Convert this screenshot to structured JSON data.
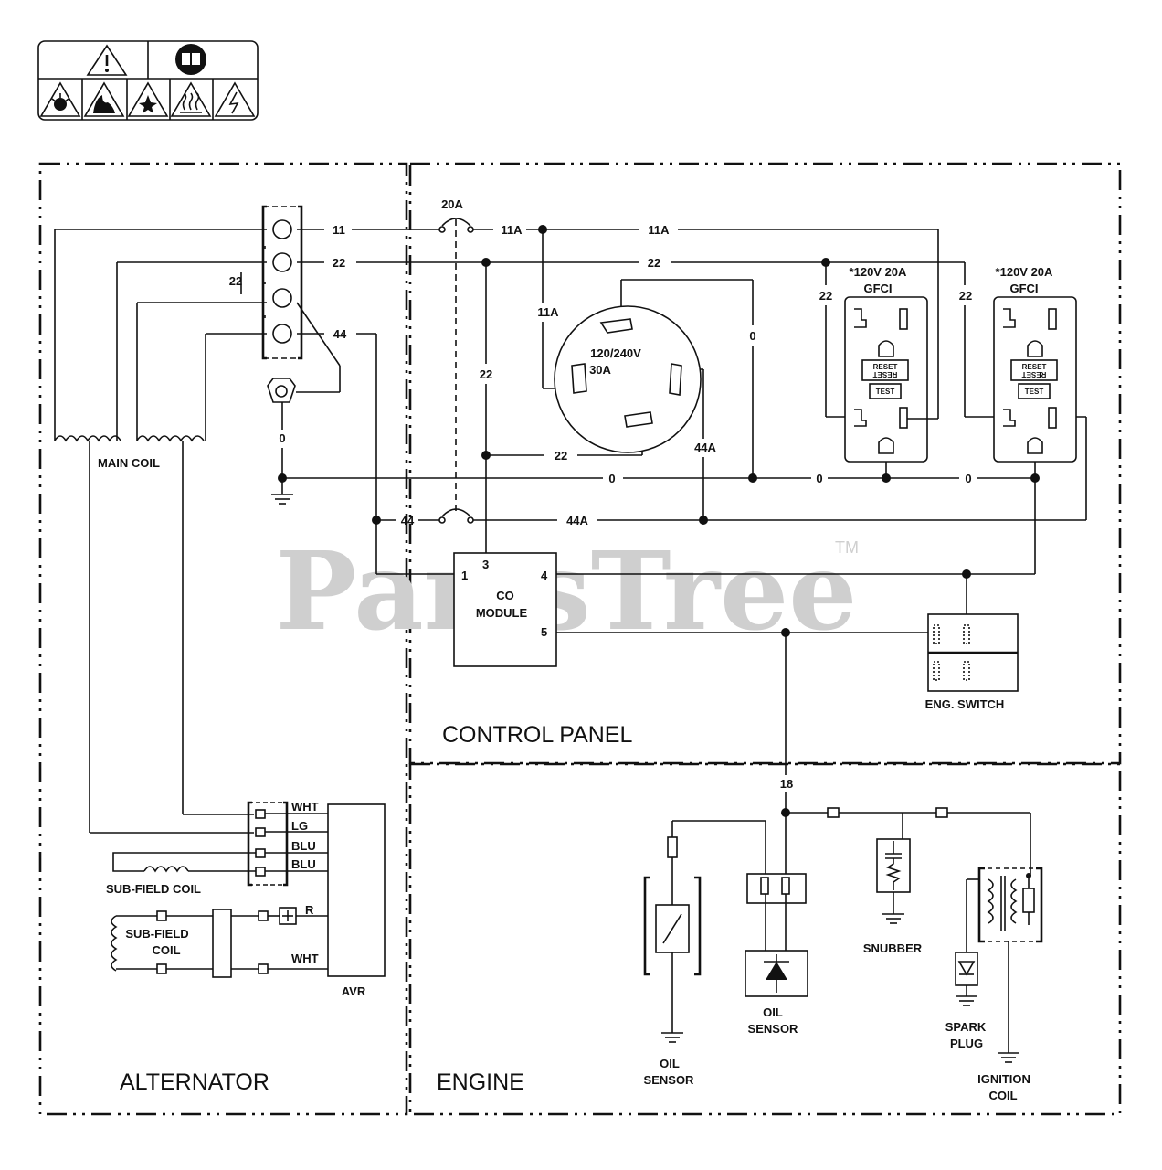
{
  "watermark": {
    "brand": "PartsTree",
    "trademark": "TM"
  },
  "warning_icons": [
    "warning-triangle-icon",
    "read-manual-icon",
    "explosion-hazard-icon",
    "fire-hazard-icon",
    "spark-explosion-icon",
    "hot-surface-icon",
    "electric-shock-icon"
  ],
  "sections": {
    "control_panel": "CONTROL PANEL",
    "alternator": "ALTERNATOR",
    "engine": "ENGINE"
  },
  "components": {
    "breaker": "20A",
    "main_coil": "MAIN COIL",
    "twistlock_line1": "120/240V",
    "twistlock_line2": "30A",
    "gfci1_line1": "*120V 20A",
    "gfci1_line2": "GFCI",
    "gfci2_line1": "*120V 20A",
    "gfci2_line2": "GFCI",
    "reset": "RESET",
    "test": "TEST",
    "co_module_line1": "CO",
    "co_module_line2": "MODULE",
    "eng_switch": "ENG. SWITCH",
    "sub_field_coil": "SUB-FIELD COIL",
    "sub_field_coil2_line1": "SUB-FIELD",
    "sub_field_coil2_line2": "COIL",
    "avr": "AVR",
    "oil_sensor_left_line1": "OIL",
    "oil_sensor_left_line2": "SENSOR",
    "oil_sensor_mid_line1": "OIL",
    "oil_sensor_mid_line2": "SENSOR",
    "snubber": "SNUBBER",
    "spark_plug_line1": "SPARK",
    "spark_plug_line2": "PLUG",
    "ignition_coil_line1": "IGNITION",
    "ignition_coil_line2": "COIL"
  },
  "co_pins": {
    "p1": "1",
    "p3": "3",
    "p4": "4",
    "p5": "5"
  },
  "avr_terminals": {
    "wht1": "WHT",
    "lg": "LG",
    "blu1": "BLU",
    "blu2": "BLU",
    "r": "R",
    "wht2": "WHT"
  },
  "wire_labels": {
    "w11": "11",
    "w22_top": "22",
    "w22_left": "22",
    "w44": "44",
    "w0_ground": "0",
    "w11a_a": "11A",
    "w11a_b": "11A",
    "w11a_c": "11A",
    "w22_b": "22",
    "w22_c": "22",
    "w22_d": "22",
    "w22_e": "22",
    "w22_f": "22",
    "w0_a": "0",
    "w0_b": "0",
    "w0_c": "0",
    "w0_d": "0",
    "w44a_a": "44A",
    "w44_b": "44",
    "w44a_b": "44A",
    "w18": "18"
  }
}
